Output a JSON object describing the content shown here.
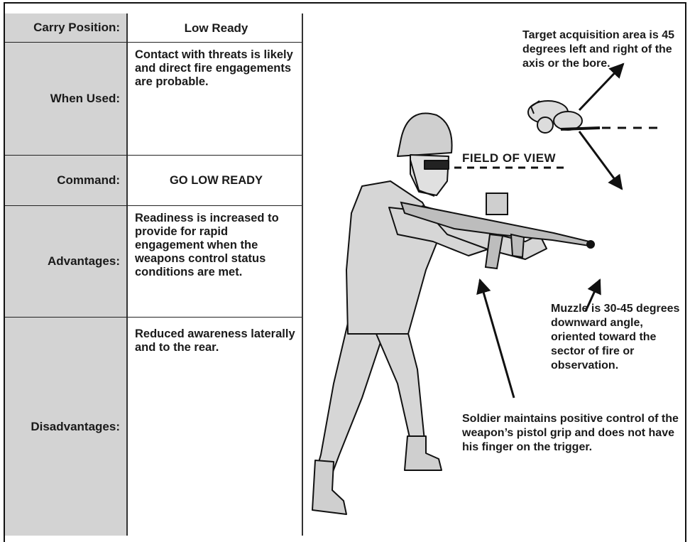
{
  "table": {
    "rows": [
      {
        "label": "Carry Position:",
        "value": "Low Ready"
      },
      {
        "label": "When Used:",
        "value": "Contact with threats is likely and direct fire engagements are probable."
      },
      {
        "label": "Command:",
        "value": "GO LOW READY"
      },
      {
        "label": "Advantages:",
        "value": "Readiness is increased to provide for rapid engagement when the weapons control status conditions are met."
      },
      {
        "label": "Disadvantages:",
        "value": "Reduced awareness laterally and to the rear."
      }
    ]
  },
  "illustration": {
    "field_of_view": "FIELD OF VIEW",
    "target_acquisition": "Target acquisition area is 45 degrees left and right of the axis or the bore.",
    "muzzle": "Muzzle is 30-45 degrees downward angle, oriented toward the sector of fire or observation.",
    "grip": "Soldier maintains positive control of the weapon’s pistol grip and does not have his finger on the trigger."
  },
  "colors": {
    "label_fill": "#d3d3d3",
    "line": "#111111",
    "figure_fill": "#d6d6d6"
  }
}
